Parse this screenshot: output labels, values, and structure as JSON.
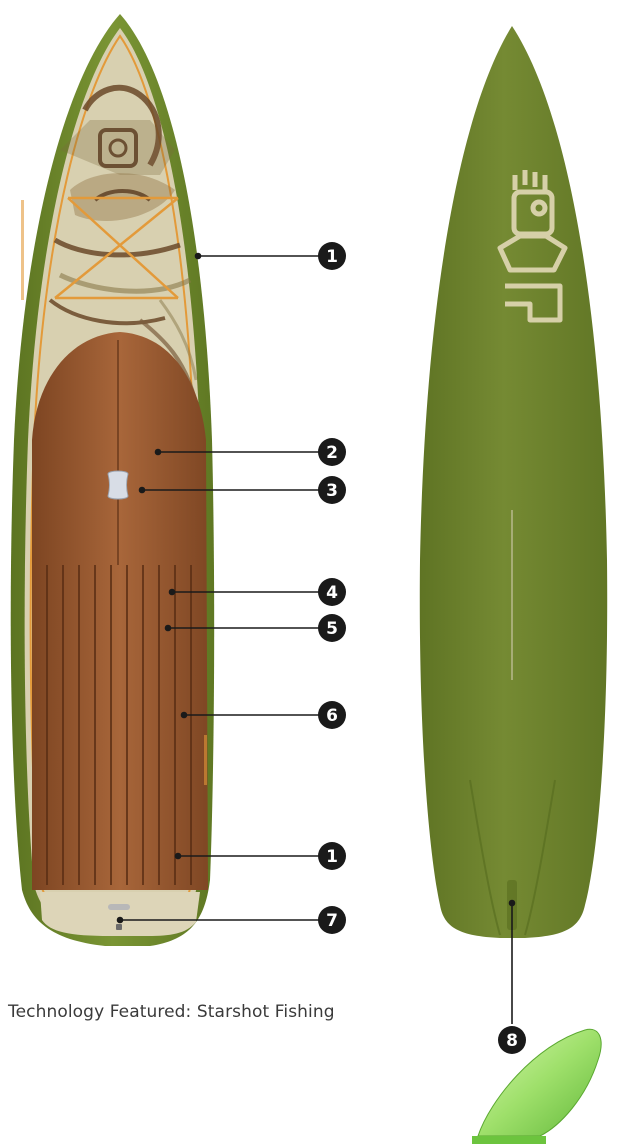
{
  "caption": "Technology Featured: Starshot Fishing",
  "markers": [
    {
      "id": "marker-1-top",
      "label": "1"
    },
    {
      "id": "marker-2",
      "label": "2"
    },
    {
      "id": "marker-3",
      "label": "3"
    },
    {
      "id": "marker-4",
      "label": "4"
    },
    {
      "id": "marker-5",
      "label": "5"
    },
    {
      "id": "marker-6",
      "label": "6"
    },
    {
      "id": "marker-1-bottom",
      "label": "1"
    },
    {
      "id": "marker-7",
      "label": "7"
    },
    {
      "id": "marker-8",
      "label": "8"
    }
  ],
  "colors": {
    "rail_green": "#6f8a2c",
    "bottom_green": "#6b7f2c",
    "deck_beige": "#d9d1b3",
    "pad_brown": "#9a5a2e",
    "outline_orange": "#e39a3a",
    "marker_fill": "#1a1a1a",
    "fin_green": "#9fdc6a"
  }
}
